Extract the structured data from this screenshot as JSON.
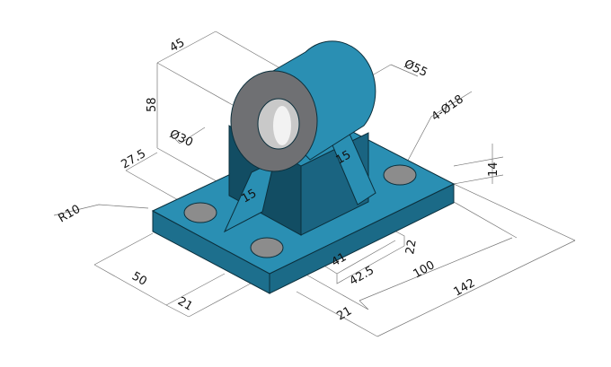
{
  "colors": {
    "body": "#2a8fb3",
    "shadow": "#124d63",
    "side": "#1d6f8d",
    "bore": "#9a9a9a",
    "face": "#6f7073"
  },
  "dimensions": {
    "width_45": "45",
    "height_58": "58",
    "bore_dia_30": "Ø30",
    "boss_dia_55": "Ø55",
    "offset_27_5": "27.5",
    "holes": "4-Ø18",
    "rib_right": "15",
    "rib_left": "15",
    "thickness_14": "14",
    "radius": "R10",
    "height_22": "22",
    "len_41": "41",
    "len_42_5": "42.5",
    "len_100": "100",
    "len_142": "142",
    "width_50": "50",
    "edge_21_left": "21",
    "edge_21_right": "21"
  }
}
